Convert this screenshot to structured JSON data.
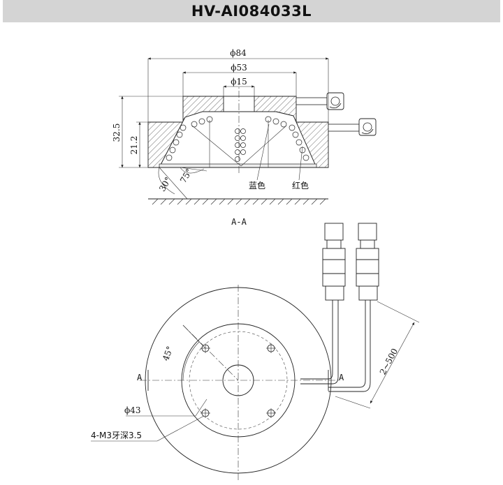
{
  "title": "HV-AI084033L",
  "section": {
    "dia_outer": "ϕ84",
    "dia_mid": "ϕ53",
    "dia_inner": "ϕ15",
    "height_total": "32.5",
    "height_body": "21.2",
    "angle_low": "30°",
    "angle_high": "75°",
    "led_blue": "蓝色",
    "led_red": "红色",
    "view_label": "A-A"
  },
  "plan": {
    "angle": "45°",
    "dia_holes": "ϕ43",
    "thread_note": "4-M3牙深3.5",
    "cable_length": "2~500",
    "section_mark_left": "A",
    "section_mark_right": "A"
  }
}
